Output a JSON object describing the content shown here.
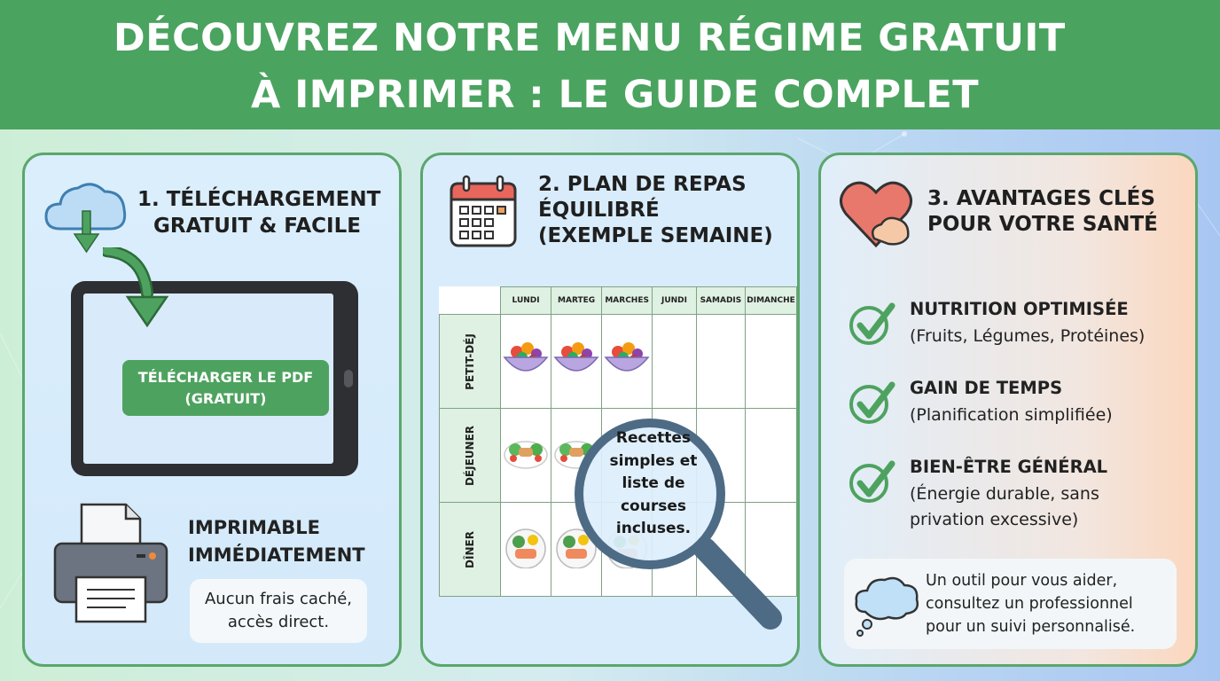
{
  "header": {
    "line1": "DÉCOUVREZ NOTRE MENU RÉGIME GRATUIT",
    "line2": "À IMPRIMER : LE GUIDE COMPLET"
  },
  "panel1": {
    "title_line1": "1. TÉLÉCHARGEMENT",
    "title_line2": "GRATUIT & FACILE",
    "download_button_line1": "TÉLÉCHARGER LE PDF",
    "download_button_line2": "(GRATUIT)",
    "print_title_line1": "IMPRIMABLE",
    "print_title_line2": "IMMÉDIATEMENT",
    "bubble_line1": "Aucun frais caché,",
    "bubble_line2": "accès direct.",
    "icons": [
      "cloud-download-icon",
      "arrow-icon",
      "tablet-icon",
      "printer-icon"
    ]
  },
  "panel2": {
    "title_line1": "2.  PLAN DE REPAS",
    "title_line2": "ÉQUILIBRÉ",
    "title_line3": "(EXEMPLE SEMAINE)",
    "days": [
      "LUNDI",
      "MARTEG",
      "MARCHES",
      "JUNDI",
      "SAMADIS",
      "DIMANCHE"
    ],
    "meals": [
      "PETIT-DÉJ",
      "DÉJEUNER",
      "DÎNER"
    ],
    "magnifier_line1": "Recettes",
    "magnifier_line2": "simples et",
    "magnifier_line3": "liste de courses",
    "magnifier_line4": "incluses.",
    "icons": [
      "calendar-icon",
      "magnifier-icon",
      "fruit-bowl-icon",
      "salad-icon",
      "salmon-plate-icon"
    ]
  },
  "panel3": {
    "title_line1": "3. AVANTAGES CLÉS",
    "title_line2": "POUR VOTRE SANTÉ",
    "benefits": [
      {
        "title": "NUTRITION OPTIMISÉE",
        "sub1": "(Fruits, Légumes, Protéines)",
        "sub2": ""
      },
      {
        "title": "GAIN DE TEMPS",
        "sub1": "(Planification simplifiée)",
        "sub2": ""
      },
      {
        "title": "BIEN-ÊTRE GÉNÉRAL",
        "sub1": "(Énergie durable, sans",
        "sub2": "privation excessive)"
      }
    ],
    "note_line1": "Un outil pour vous aider,",
    "note_line2": "consultez un professionnel",
    "note_line3": "pour un suivi personnalisé.",
    "icons": [
      "heart-strength-icon",
      "check-icon",
      "thought-cloud-icon"
    ]
  },
  "colors": {
    "header_green": "#4aa35f",
    "panel_border": "#5aa76b",
    "button_green": "#4ea25f"
  }
}
